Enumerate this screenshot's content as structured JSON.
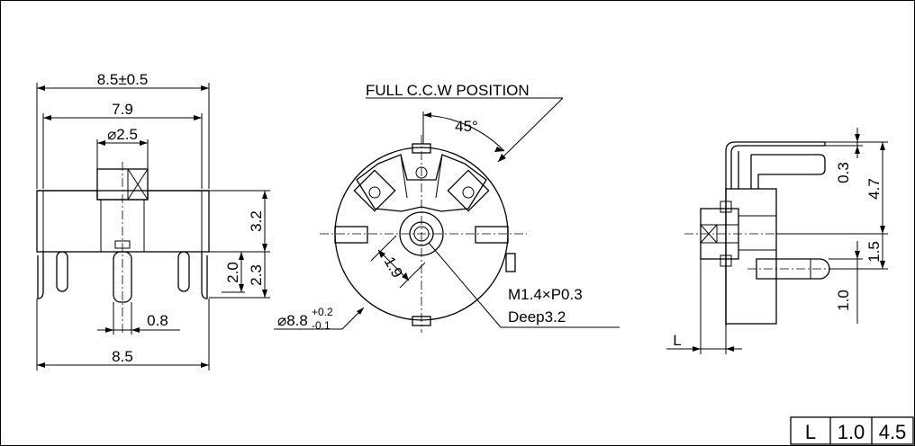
{
  "front_view": {
    "dims": {
      "overall_width": "8.5±0.5",
      "body_width": "7.9",
      "shaft_dia": "⌀2.5",
      "height": "3.2",
      "pin_height_a": "2.0",
      "pin_height_b": "2.3",
      "pin_pitch": "0.8",
      "base_width": "8.5"
    }
  },
  "top_view": {
    "label_position": "FULL C.C.W POSITION",
    "angle": "45°",
    "outer_dia_main": "⌀8.8",
    "outer_dia_tol_upper": "+0.2",
    "outer_dia_tol_lower": "-0.1",
    "hole_dim": "1.9",
    "thread_spec": "M1.4×P0.3",
    "thread_depth": "Deep3.2"
  },
  "side_view": {
    "dims": {
      "top_gap": "0.3",
      "total_height": "4.7",
      "pin_offset": "1.5",
      "bottom": "1.0",
      "length_label": "L"
    }
  },
  "table": {
    "header": "L",
    "values": [
      "1.0",
      "4.5"
    ]
  }
}
